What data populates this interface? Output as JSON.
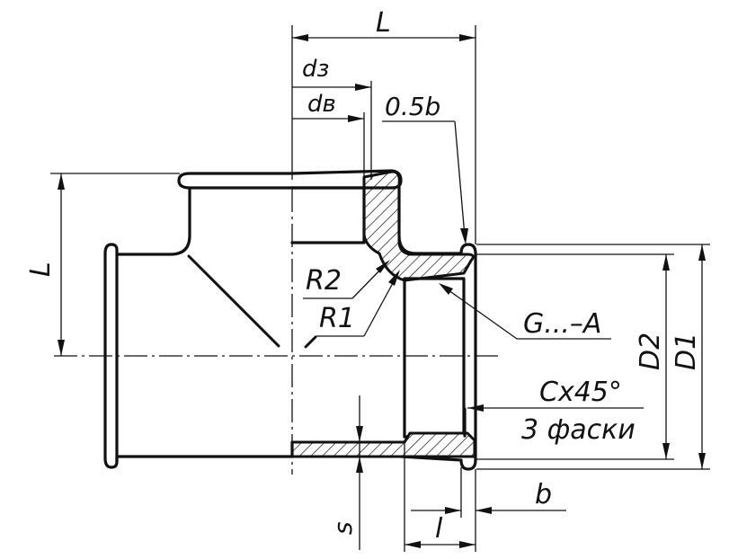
{
  "labels": {
    "L_top": "L",
    "L_left": "L",
    "d_z": "dз",
    "d_v": "dв",
    "half_b": "0.5b",
    "R2": "R2",
    "R1": "R1",
    "thread": "G...–A",
    "chamfer_line1": "Cx45°",
    "chamfer_line2": "3 фаски",
    "D2": "D2",
    "D1": "D1",
    "b": "b",
    "s": "s",
    "l": "l"
  }
}
